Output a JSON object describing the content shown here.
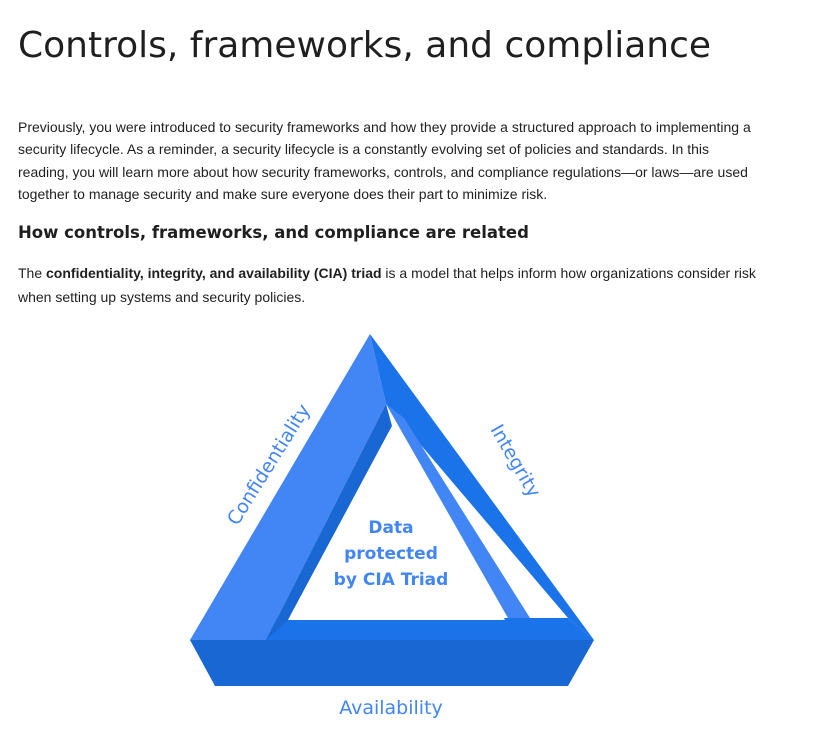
{
  "page": {
    "title": "Controls, frameworks, and compliance",
    "intro": "Previously, you were introduced to security frameworks and how they provide a structured approach to implementing a security lifecycle. As a reminder, a security lifecycle is a constantly evolving set of policies and standards. In this reading, you will learn more about how security frameworks, controls, and compliance regulations—or laws—are used together to manage security and make sure everyone does their part to minimize risk.",
    "section_heading": "How controls, frameworks, and compliance are related",
    "cia_paragraph": {
      "prefix": "The ",
      "bold": "confidentiality, integrity, and availability (CIA) triad",
      "suffix": " is a model that helps inform how organizations consider risk when setting up systems and security policies."
    }
  },
  "diagram": {
    "left_label": "Confidentiality",
    "right_label": "Integrity",
    "bottom_label": "Availability",
    "center_line1": "Data",
    "center_line2": "protected",
    "center_line3": "by CIA Triad",
    "colors": {
      "face_light": "#4285f4",
      "face_mid": "#1a73e8",
      "face_dark": "#1967d2",
      "label": "#4285f4",
      "center_text": "#4285f4"
    }
  }
}
